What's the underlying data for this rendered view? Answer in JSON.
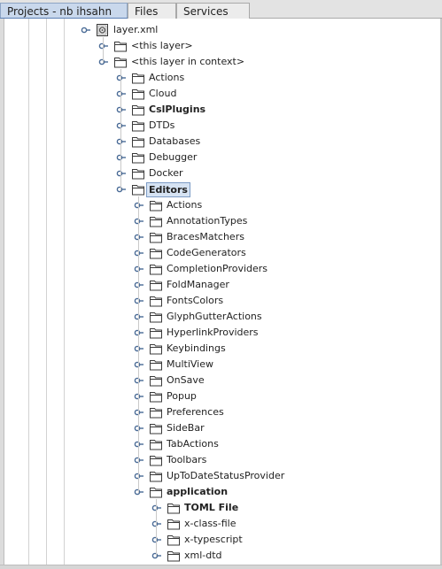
{
  "tabs": [
    {
      "label": "Projects - nb ihsahn",
      "active": true
    },
    {
      "label": "Files",
      "active": false
    },
    {
      "label": "Services",
      "active": false
    }
  ],
  "tree": [
    {
      "label": "layer.xml",
      "depth": 0,
      "icon": "layer-file-icon",
      "bold": false
    },
    {
      "label": "<this layer>",
      "depth": 1,
      "icon": "folder-icon",
      "bold": false
    },
    {
      "label": "<this layer in context>",
      "depth": 1,
      "icon": "folder-icon",
      "bold": false
    },
    {
      "label": "Actions",
      "depth": 2,
      "icon": "folder-icon",
      "bold": false
    },
    {
      "label": "Cloud",
      "depth": 2,
      "icon": "folder-icon",
      "bold": false
    },
    {
      "label": "CslPlugins",
      "depth": 2,
      "icon": "folder-icon",
      "bold": true
    },
    {
      "label": "DTDs",
      "depth": 2,
      "icon": "folder-icon",
      "bold": false
    },
    {
      "label": "Databases",
      "depth": 2,
      "icon": "folder-icon",
      "bold": false
    },
    {
      "label": "Debugger",
      "depth": 2,
      "icon": "folder-icon",
      "bold": false
    },
    {
      "label": "Docker",
      "depth": 2,
      "icon": "folder-icon",
      "bold": false
    },
    {
      "label": "Editors",
      "depth": 2,
      "icon": "folder-icon",
      "bold": true,
      "selected": true
    },
    {
      "label": "Actions",
      "depth": 3,
      "icon": "folder-icon",
      "bold": false
    },
    {
      "label": "AnnotationTypes",
      "depth": 3,
      "icon": "folder-icon",
      "bold": false
    },
    {
      "label": "BracesMatchers",
      "depth": 3,
      "icon": "folder-icon",
      "bold": false
    },
    {
      "label": "CodeGenerators",
      "depth": 3,
      "icon": "folder-icon",
      "bold": false
    },
    {
      "label": "CompletionProviders",
      "depth": 3,
      "icon": "folder-icon",
      "bold": false
    },
    {
      "label": "FoldManager",
      "depth": 3,
      "icon": "folder-icon",
      "bold": false
    },
    {
      "label": "FontsColors",
      "depth": 3,
      "icon": "folder-icon",
      "bold": false
    },
    {
      "label": "GlyphGutterActions",
      "depth": 3,
      "icon": "folder-icon",
      "bold": false
    },
    {
      "label": "HyperlinkProviders",
      "depth": 3,
      "icon": "folder-icon",
      "bold": false
    },
    {
      "label": "Keybindings",
      "depth": 3,
      "icon": "folder-icon",
      "bold": false
    },
    {
      "label": "MultiView",
      "depth": 3,
      "icon": "folder-icon",
      "bold": false
    },
    {
      "label": "OnSave",
      "depth": 3,
      "icon": "folder-icon",
      "bold": false
    },
    {
      "label": "Popup",
      "depth": 3,
      "icon": "folder-icon",
      "bold": false
    },
    {
      "label": "Preferences",
      "depth": 3,
      "icon": "folder-icon",
      "bold": false
    },
    {
      "label": "SideBar",
      "depth": 3,
      "icon": "folder-icon",
      "bold": false
    },
    {
      "label": "TabActions",
      "depth": 3,
      "icon": "folder-icon",
      "bold": false
    },
    {
      "label": "Toolbars",
      "depth": 3,
      "icon": "folder-icon",
      "bold": false
    },
    {
      "label": "UpToDateStatusProvider",
      "depth": 3,
      "icon": "folder-icon",
      "bold": false
    },
    {
      "label": "application",
      "depth": 3,
      "icon": "folder-icon",
      "bold": true
    },
    {
      "label": "TOML File",
      "depth": 4,
      "icon": "folder-icon",
      "bold": true
    },
    {
      "label": "x-class-file",
      "depth": 4,
      "icon": "folder-icon",
      "bold": false
    },
    {
      "label": "x-typescript",
      "depth": 4,
      "icon": "folder-icon",
      "bold": false
    },
    {
      "label": "xml-dtd",
      "depth": 4,
      "icon": "folder-icon",
      "bold": false
    }
  ],
  "colors": {
    "folder_fill": "#ffffff",
    "folder_stroke": "#3a3a3a",
    "handle_color": "#4a6b96",
    "selection_bg": "#d6e3f3",
    "selection_border": "#7d9cc6"
  }
}
